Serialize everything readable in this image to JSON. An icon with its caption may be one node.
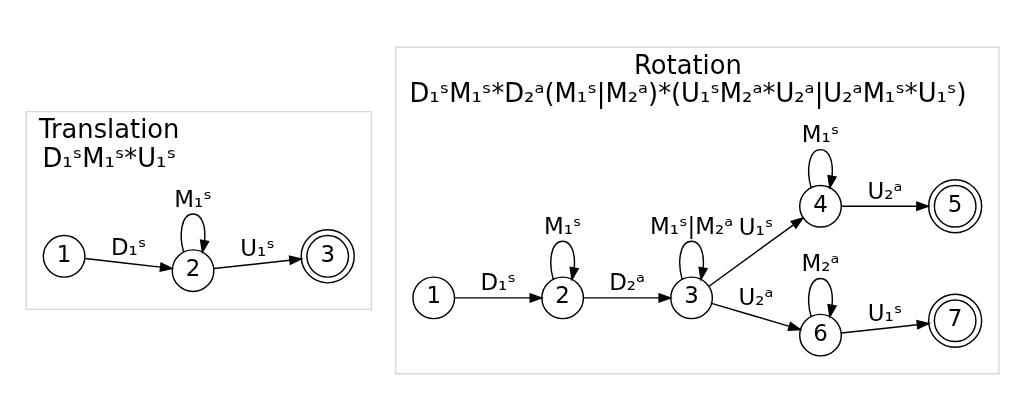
{
  "diagram": {
    "nodes": [
      {
        "text": [
          "Translation",
          "D₁ˢM₁ˢ*U₁ˢ"
        ]
      },
      {
        "text": [
          "1"
        ],
        "in": 0
      },
      {
        "text": [
          "2"
        ],
        "in": 0
      },
      {
        "text": [
          "3"
        ],
        "in": 0
      },
      {
        "text": [
          "Rotation",
          "D₁ˢM₁ˢ*D₂ᵃ(M₁ˢ|M₂ᵃ)*(U₁ˢM₂ᵃ*U₂ᵃ|U₂ᵃM₁ˢ*U₁ˢ)"
        ]
      },
      {
        "text": [
          "1"
        ],
        "in": 4
      },
      {
        "text": [
          "2"
        ],
        "in": 4
      },
      {
        "text": [
          "3"
        ],
        "in": 4
      },
      {
        "text": [
          "6"
        ],
        "in": 4
      },
      {
        "text": [
          "7"
        ],
        "in": 4
      },
      {
        "text": [
          "4"
        ],
        "in": 4
      },
      {
        "text": [
          "5"
        ],
        "in": 4
      }
    ],
    "edges": [
      {
        "from": 1,
        "to": 2,
        "arrow": "to",
        "label": "D₁ˢ"
      },
      {
        "from": 2,
        "to": 2,
        "arrow": "to",
        "label": "M₁ˢ"
      },
      {
        "from": 2,
        "to": 3,
        "arrow": "to",
        "label": "U₁ˢ"
      },
      {
        "from": 5,
        "to": 6,
        "arrow": "to",
        "label": "D₁ˢ"
      },
      {
        "from": 6,
        "to": 6,
        "arrow": "to",
        "label": "M₁ˢ"
      },
      {
        "from": 6,
        "to": 7,
        "arrow": "to",
        "label": "D₂ᵃ"
      },
      {
        "from": 7,
        "to": 7,
        "arrow": "to",
        "label": "M₁ˢ|M₂ᵃ"
      },
      {
        "from": 7,
        "to": 8,
        "arrow": "to",
        "label": "U₂ᵃ"
      },
      {
        "from": 8,
        "to": 8,
        "arrow": "to",
        "label": "M₂ᵃ"
      },
      {
        "from": 8,
        "to": 9,
        "arrow": "to",
        "label": "U₁ˢ"
      },
      {
        "from": 7,
        "to": 10,
        "arrow": "to",
        "label": "U₁ˢ"
      },
      {
        "from": 10,
        "to": 10,
        "arrow": "to",
        "label": "M₁ˢ"
      },
      {
        "from": 10,
        "to": 11,
        "arrow": "to",
        "label": "U₂ᵃ"
      }
    ]
  }
}
